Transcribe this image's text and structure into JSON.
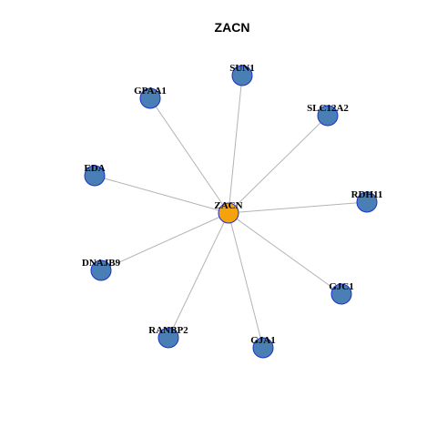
{
  "title": "ZACN",
  "colors": {
    "center_fill": "#f5a20c",
    "leaf_fill": "#4a7fb5",
    "node_stroke": "#1a2fcc",
    "edge": "#b3b3b3"
  },
  "graph": {
    "center": "ZACN",
    "neighbors": [
      "SUN1",
      "SLC12A2",
      "RDH11",
      "GJC1",
      "GJA1",
      "RANBP2",
      "DNAJB9",
      "EDA",
      "GPAA1"
    ]
  }
}
